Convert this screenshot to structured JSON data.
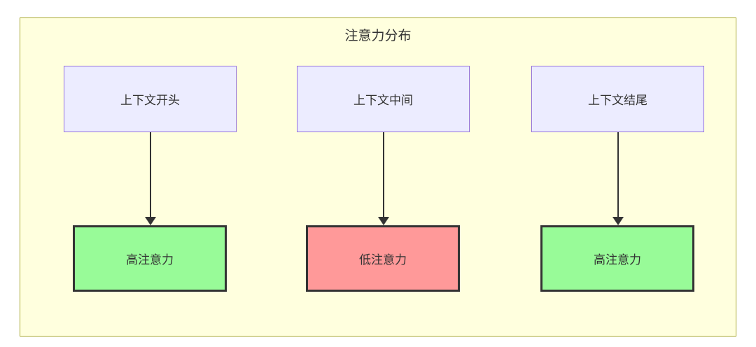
{
  "diagram": {
    "title": "注意力分布",
    "type": "flowchart",
    "columns": [
      {
        "source": "上下文开头",
        "target": "高注意力",
        "target_status": "high"
      },
      {
        "source": "上下文中间",
        "target": "低注意力",
        "target_status": "low"
      },
      {
        "source": "上下文结尾",
        "target": "高注意力",
        "target_status": "high"
      }
    ],
    "colors": {
      "container_fill": "#FFFFDE",
      "container_border": "#AAAA33",
      "source_node_fill": "#ECECFF",
      "source_node_border": "#9370DB",
      "high_attention_fill": "#98FB98",
      "low_attention_fill": "#FF9999",
      "result_node_border": "#333333",
      "arrow": "#333333",
      "text": "#333333"
    }
  }
}
